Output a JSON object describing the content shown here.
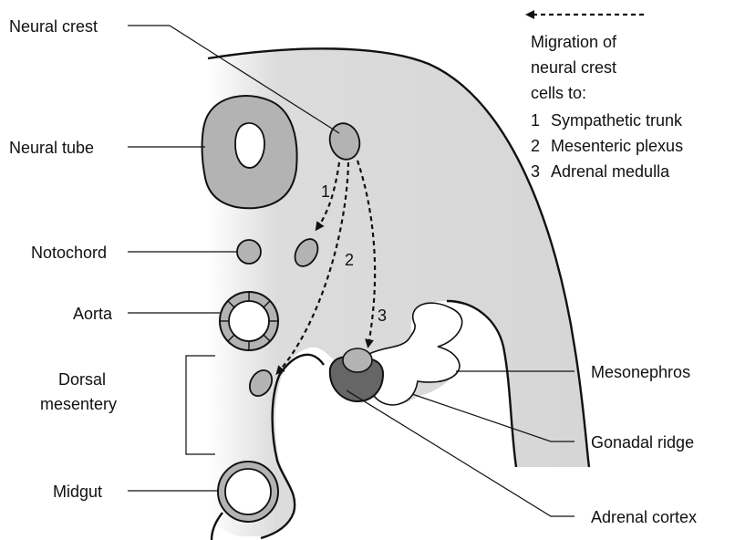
{
  "labels": {
    "neural_crest": "Neural crest",
    "neural_tube": "Neural tube",
    "notochord": "Notochord",
    "aorta": "Aorta",
    "dorsal_mesentery_line1": "Dorsal",
    "dorsal_mesentery_line2": "mesentery",
    "midgut": "Midgut",
    "mesonephros": "Mesonephros",
    "gonadal_ridge": "Gonadal ridge",
    "adrenal_cortex": "Adrenal cortex"
  },
  "pathway_numbers": [
    "1",
    "2",
    "3"
  ],
  "legend": {
    "line1": "Migration of",
    "line2": "neural crest",
    "line3": "cells to:",
    "items": [
      {
        "number": "1",
        "text": "Sympathetic trunk"
      },
      {
        "number": "2",
        "text": "Mesenteric plexus"
      },
      {
        "number": "3",
        "text": "Adrenal medulla"
      }
    ]
  },
  "colors": {
    "tissue": "#d9d9d9",
    "structure": "#b3b3b3",
    "adrenal_cortex": "#666666",
    "outline": "#111111"
  }
}
